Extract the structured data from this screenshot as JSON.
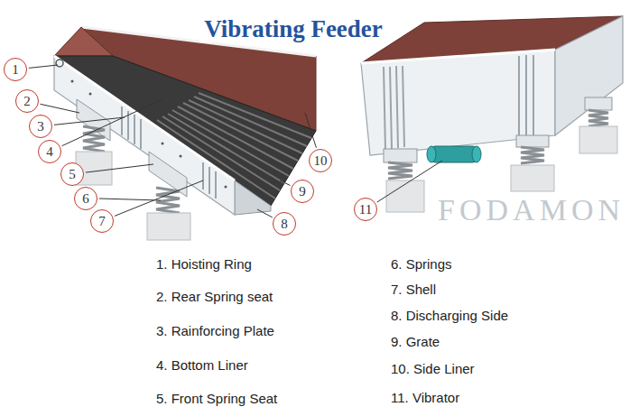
{
  "diagram": {
    "title": "Vibrating Feeder",
    "labels": [
      "1",
      "2",
      "3",
      "4",
      "5",
      "6",
      "7",
      "8",
      "9",
      "10",
      "11",
      "1. Hoisting Ring",
      "2. Rear Spring seat",
      "3. Rainforcing Plate",
      "4. Bottom Liner",
      "5. Front Spring Seat",
      "6. Springs",
      "7. Shell",
      "8. Discharging Side",
      "9. Grate",
      "10. Side Liner",
      "11. Vibrator",
      "FODAMON"
    ]
  }
}
